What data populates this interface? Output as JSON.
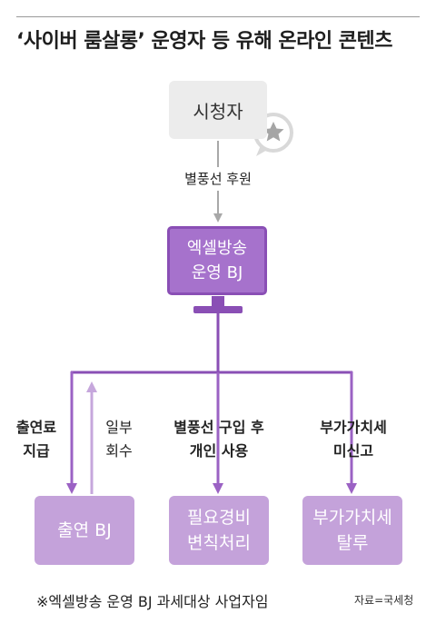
{
  "title": "‘사이버 룸살롱’ 운영자 등 유해 온라인 콘텐츠",
  "nodes": {
    "viewer": "시청자",
    "main_bj_line1": "엑셀방송",
    "main_bj_line2": "운영 BJ",
    "performer_bj": "출연 BJ",
    "expense_line1": "필요경비",
    "expense_line2": "변칙처리",
    "vat_line1": "부가가치세",
    "vat_line2": "탈루"
  },
  "edges": {
    "sponsor": "별풍선 후원",
    "pay_line1": "출연료",
    "pay_line2": "지급",
    "return_line1": "일부",
    "return_line2": "회수",
    "buy_line1": "별풍선 구입 후",
    "buy_line2": "개인 사용",
    "vat_line1": "부가가치세",
    "vat_line2": "미신고"
  },
  "footnote": "※엑셀방송 운영 BJ 과세대상 사업자임",
  "source": "자료=국세청",
  "colors": {
    "purple_dark": "#8a4fb5",
    "purple": "#a672cc",
    "purple_light": "#c4a2da",
    "gray_box": "#ececec"
  },
  "icons": {
    "viewer_badge": "star-speech-bubble-icon"
  }
}
